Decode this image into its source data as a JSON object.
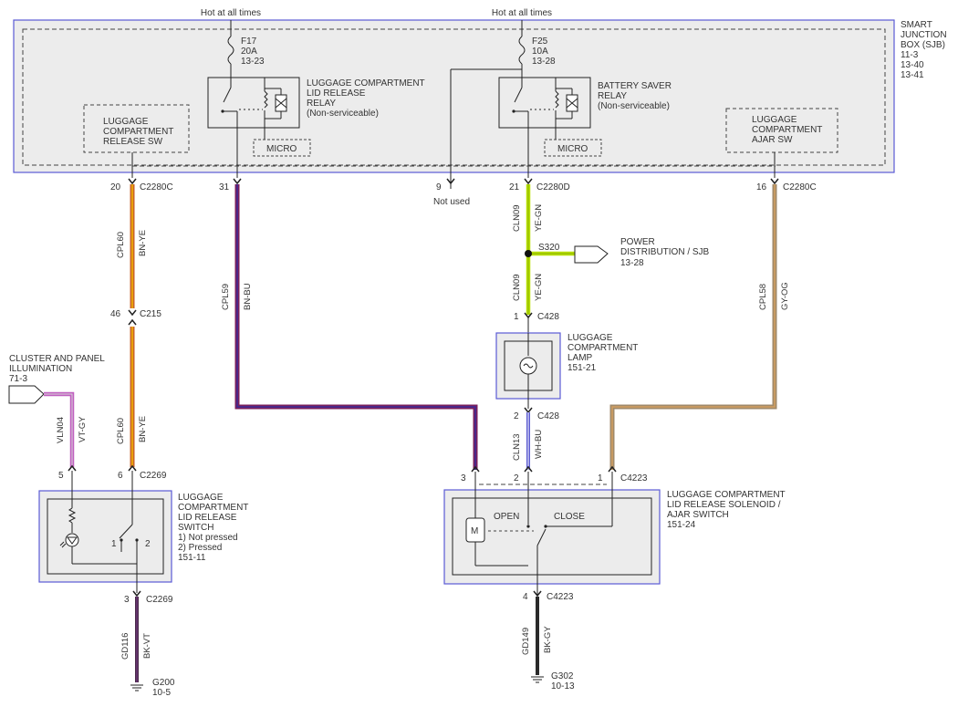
{
  "feeds": {
    "left": "Hot at all times",
    "right": "Hot at all times"
  },
  "sjb": {
    "lines": [
      "SMART",
      "JUNCTION",
      "BOX (SJB)",
      "11-3",
      "13-40",
      "13-41"
    ]
  },
  "fuses": {
    "f17": {
      "lines": [
        "F17",
        "20A",
        "13-23"
      ]
    },
    "f25": {
      "lines": [
        "F25",
        "10A",
        "13-28"
      ]
    }
  },
  "relays": {
    "lid_release": {
      "lines": [
        "LUGGAGE COMPARTMENT",
        "LID RELEASE",
        "RELAY",
        "(Non-serviceable)"
      ],
      "micro": "MICRO"
    },
    "battery_saver": {
      "lines": [
        "BATTERY SAVER",
        "RELAY",
        "(Non-serviceable)"
      ],
      "micro": "MICRO"
    }
  },
  "internal_switches": {
    "release_sw": {
      "lines": [
        "LUGGAGE",
        "COMPARTMENT",
        "RELEASE SW"
      ]
    },
    "ajar_sw": {
      "lines": [
        "LUGGAGE",
        "COMPARTMENT",
        "AJAR SW"
      ]
    }
  },
  "pins": {
    "p20": {
      "num": "20",
      "conn": "C2280C"
    },
    "p31": {
      "num": "31",
      "conn": ""
    },
    "p9": {
      "num": "9",
      "conn": "",
      "note": "Not used"
    },
    "p21": {
      "num": "21",
      "conn": "C2280D"
    },
    "p16": {
      "num": "16",
      "conn": "C2280C"
    },
    "p46": {
      "num": "46",
      "conn": "C215"
    },
    "p1_c428": {
      "num": "1",
      "conn": "C428"
    },
    "p2_c428": {
      "num": "2",
      "conn": "C428"
    },
    "p5": {
      "num": "5",
      "conn": ""
    },
    "p6": {
      "num": "6",
      "conn": "C2269"
    },
    "p3_c2269": {
      "num": "3",
      "conn": "C2269"
    },
    "p3_sol": {
      "num": "3",
      "conn": ""
    },
    "p2_sol": {
      "num": "2",
      "conn": ""
    },
    "p1_sol": {
      "num": "1",
      "conn": "C4223"
    },
    "p4": {
      "num": "4",
      "conn": "C4223"
    }
  },
  "wires": {
    "cpl60_top": {
      "circuit": "CPL60",
      "color": "BN-YE"
    },
    "cpl60_bot": {
      "circuit": "CPL60",
      "color": "BN-YE"
    },
    "cpl59": {
      "circuit": "CPL59",
      "color": "BN-BU"
    },
    "cln09_top": {
      "circuit": "CLN09",
      "color": "YE-GN"
    },
    "cln09_bot": {
      "circuit": "CLN09",
      "color": "YE-GN"
    },
    "cln13": {
      "circuit": "CLN13",
      "color": "WH-BU"
    },
    "cpl58": {
      "circuit": "CPL58",
      "color": "GY-OG"
    },
    "vln04": {
      "circuit": "VLN04",
      "color": "VT-GY"
    },
    "gd116": {
      "circuit": "GD116",
      "color": "BK-VT"
    },
    "gd149": {
      "circuit": "GD149",
      "color": "BK-GY"
    }
  },
  "splice": {
    "name": "S320"
  },
  "power_dist": {
    "lines": [
      "POWER",
      "DISTRIBUTION / SJB",
      "13-28"
    ]
  },
  "cluster": {
    "lines": [
      "CLUSTER AND PANEL",
      "ILLUMINATION",
      "71-3"
    ]
  },
  "lamp": {
    "lines": [
      "LUGGAGE",
      "COMPARTMENT",
      "LAMP",
      "151-21"
    ]
  },
  "lid_switch": {
    "lines": [
      "LUGGAGE",
      "COMPARTMENT",
      "LID RELEASE",
      "SWITCH",
      "1) Not pressed",
      "2) Pressed",
      "151-11"
    ],
    "pos1": "1",
    "pos2": "2"
  },
  "solenoid": {
    "lines": [
      "LUGGAGE COMPARTMENT",
      "LID RELEASE SOLENOID /",
      "AJAR SWITCH",
      "151-24"
    ],
    "open": "OPEN",
    "close": "CLOSE",
    "motor": "M"
  },
  "grounds": {
    "g200": {
      "lines": [
        "G200",
        "10-5"
      ]
    },
    "g302": {
      "lines": [
        "G302",
        "10-13"
      ]
    }
  },
  "colors": {
    "module_border": "#5b5bd6",
    "module_fill": "#ececec",
    "bn_ye": "#c8632a",
    "bn_ye_stripe": "#f2b400",
    "bn_bu": "#7a1f5c",
    "bn_bu_stripe": "#3a2a9a",
    "ye_gn": "#b8e000",
    "wh_bu": "#5a5ad0",
    "gy_og": "#a08a6a",
    "gy_og_stripe": "#d4a060",
    "vt_gy": "#c060c0",
    "bk_vt": "#4a2a4a",
    "bk_gy": "#2a2a2a"
  }
}
